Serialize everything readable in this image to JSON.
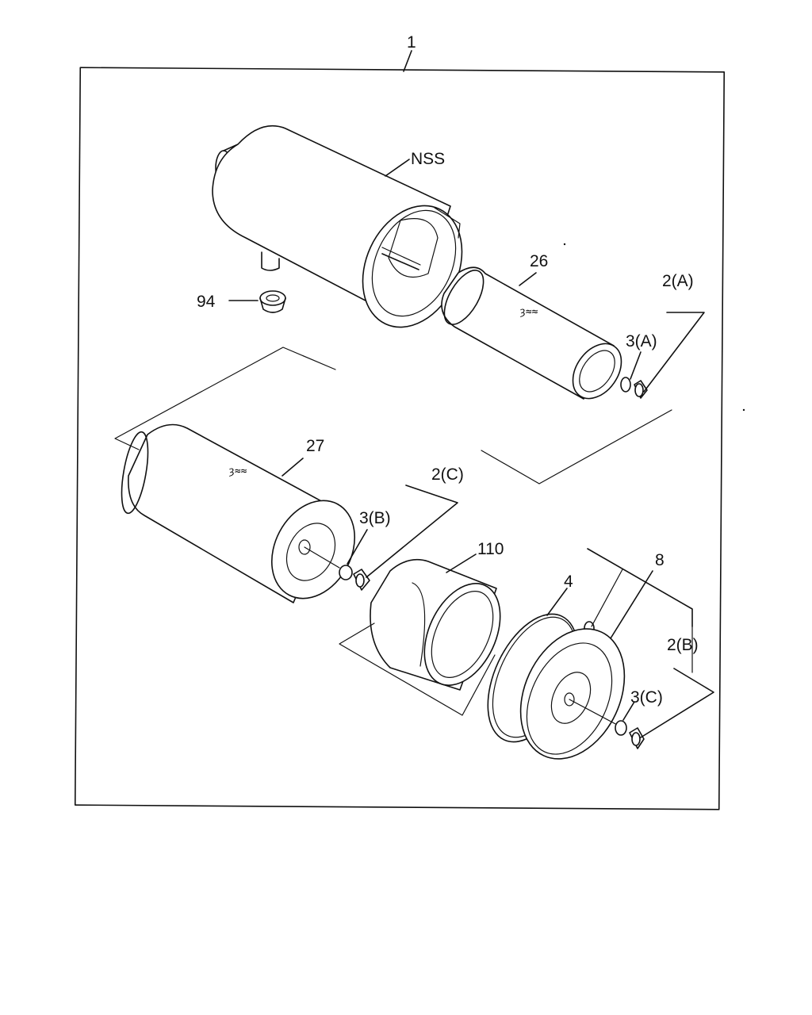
{
  "diagram": {
    "labels": {
      "assembly": "1",
      "housing": "NSS",
      "plug": "94",
      "outer_element": "26",
      "nut_a": "2(A)",
      "washer_a": "3(A)",
      "inner_element": "27",
      "nut_c": "2(C)",
      "washer_b": "3(B)",
      "sleeve": "110",
      "gasket": "4",
      "cover": "8",
      "nut_b": "2(B)",
      "washer_c": "3(C)"
    },
    "element_markings": {
      "outer_element": "ȝ≈≈",
      "inner_element": "ȝ≈≈"
    }
  }
}
